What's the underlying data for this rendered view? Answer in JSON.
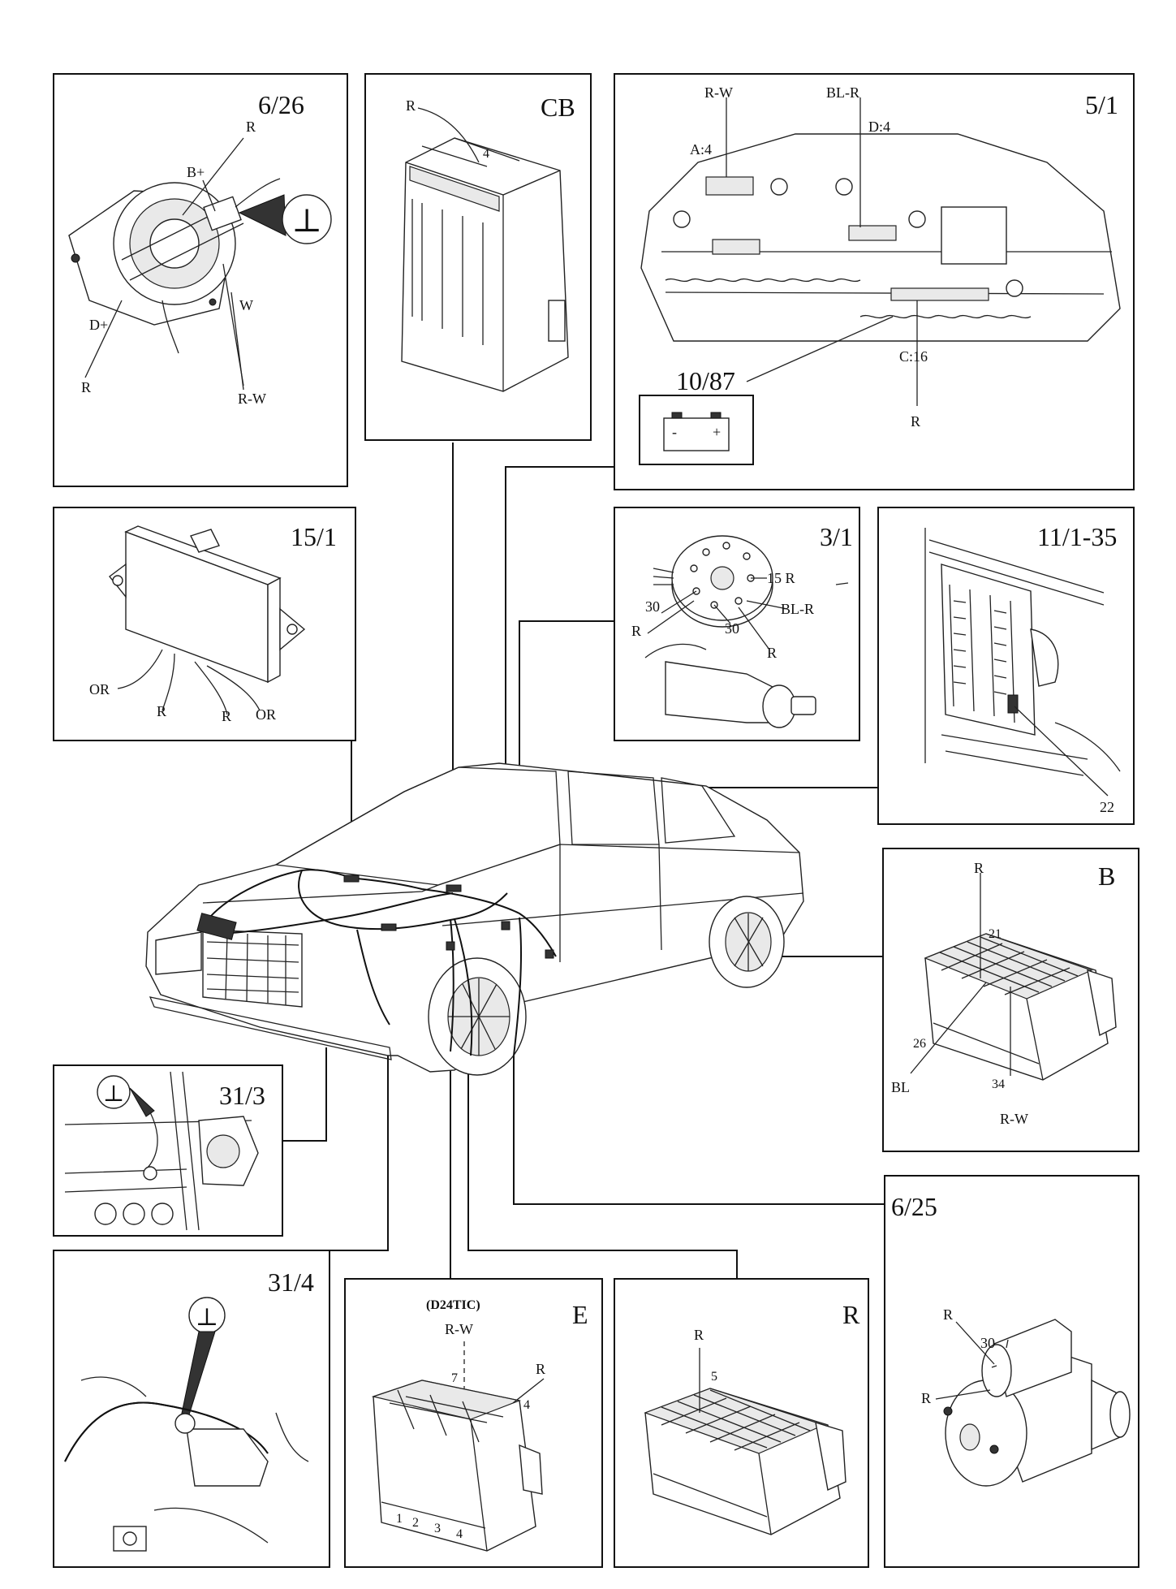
{
  "panels": {
    "p626": {
      "id": "6/26",
      "labels": {
        "r_top": "R",
        "bplus": "B+",
        "dplus": "D+",
        "w": "W",
        "r_bottom": "R",
        "rw": "R-W"
      }
    },
    "pcb": {
      "id": "CB",
      "labels": {
        "r": "R",
        "pin": "4"
      }
    },
    "p51": {
      "id": "5/1",
      "labels": {
        "rw": "R-W",
        "blr": "BL-R",
        "d4": "D:4",
        "a4": "A:4",
        "c16": "C:16",
        "r": "R"
      }
    },
    "p1087": {
      "id": "10/87",
      "labels": {
        "minus": "-",
        "plus": "+"
      }
    },
    "p151": {
      "id": "15/1",
      "labels": {
        "or1": "OR",
        "r1": "R",
        "r2": "R",
        "or2": "OR"
      }
    },
    "p31": {
      "id": "3/1",
      "labels": {
        "r15": "15 R",
        "blr": "BL-R",
        "n30a": "30",
        "n30b": "30",
        "ra": "R",
        "rb": "R"
      }
    },
    "p1135": {
      "id": "11/1-35",
      "labels": {
        "n22": "22"
      }
    },
    "pB": {
      "id": "B",
      "labels": {
        "r": "R",
        "n21": "21",
        "n26": "26",
        "bl": "BL",
        "n34": "34",
        "rw": "R-W"
      }
    },
    "p313": {
      "id": "31/3"
    },
    "p625": {
      "id": "6/25",
      "labels": {
        "r1": "R",
        "n30": "30",
        "r2": "R"
      }
    },
    "p314": {
      "id": "31/4"
    },
    "pE": {
      "id": "E",
      "labels": {
        "variant": "(D24TIC)",
        "rw": "R-W",
        "n7": "7",
        "r": "R",
        "n4": "4",
        "pins": [
          "1",
          "2",
          "3",
          "4"
        ]
      }
    },
    "pR": {
      "id": "R",
      "labels": {
        "r": "R",
        "n5": "5"
      }
    }
  },
  "ground_symbol": "⊥",
  "icons": [
    "ground-icon",
    "battery-icon"
  ]
}
